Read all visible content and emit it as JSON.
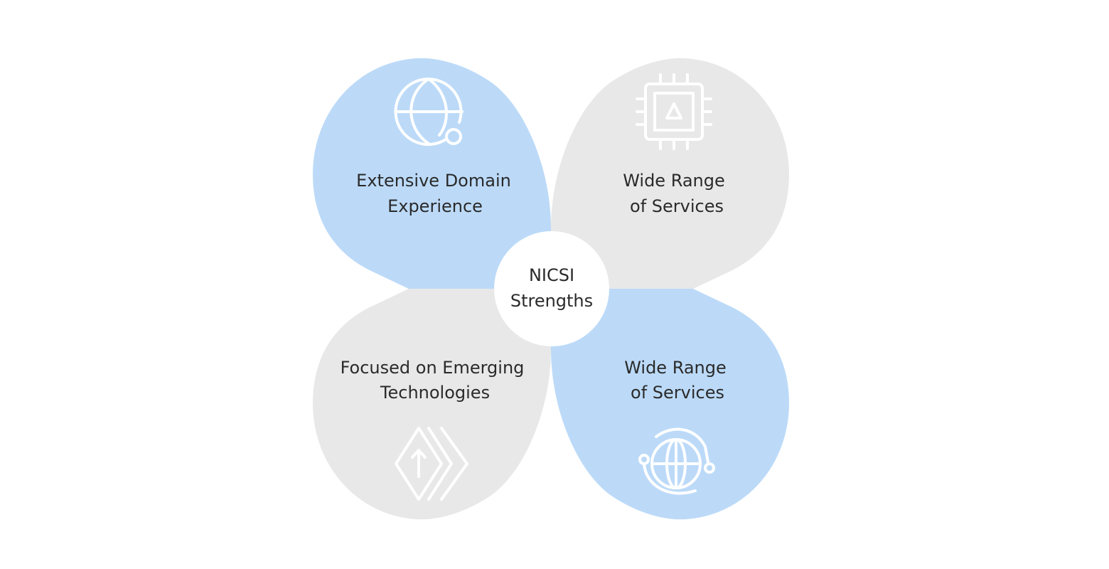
{
  "center": {
    "line1": "NICSI",
    "line2": "Strengths"
  },
  "petals": [
    {
      "line1": "Extensive Domain",
      "line2": "Experience",
      "icon": "globe-pin-icon",
      "color": "#bcdaf8"
    },
    {
      "line1": "Wide Range",
      "line2": "of Services",
      "icon": "chip-icon",
      "color": "#e8e8e8"
    },
    {
      "line1": "Focused on Emerging",
      "line2": "Technologies",
      "icon": "layered-arrow-icon",
      "color": "#e8e8e8"
    },
    {
      "line1": "Wide Range",
      "line2": "of Services",
      "icon": "global-network-icon",
      "color": "#bcdaf8"
    }
  ]
}
